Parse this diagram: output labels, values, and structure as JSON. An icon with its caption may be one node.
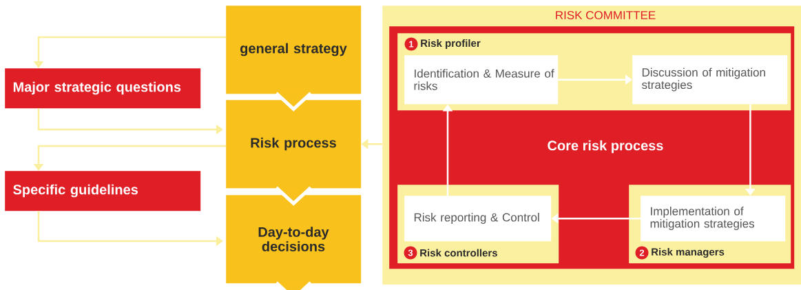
{
  "diagram": {
    "nodes": [
      {
        "text": [
          "general strategy"
        ]
      },
      {
        "text": [
          "Major strategic questions"
        ]
      },
      {
        "text": [
          "Risk process"
        ]
      },
      {
        "text": [
          "Specific guidelines"
        ]
      },
      {
        "text": [
          "Day-to-day decisions"
        ]
      },
      {
        "text": [
          "RISK COMMITTEE"
        ]
      },
      {
        "text": [
          "Core risk process"
        ],
        "in": 5
      },
      {
        "text": [
          "1",
          "Risk profiler"
        ],
        "in": 6
      },
      {
        "text": [
          "Identification & Measure of risks"
        ],
        "in": 7
      },
      {
        "text": [
          "Discussion of mitigation strategies"
        ],
        "in": 7
      },
      {
        "text": [
          "3",
          "Risk controllers"
        ],
        "in": 6
      },
      {
        "text": [
          "Risk reporting & Control"
        ],
        "in": 10
      },
      {
        "text": [
          "2",
          "Risk managers"
        ],
        "in": 6
      },
      {
        "text": [
          "Implementation of mitigation strategies"
        ],
        "in": 12
      }
    ],
    "edges": [
      {
        "from": 0,
        "to": 2,
        "arrow": "to",
        "style": "thick"
      },
      {
        "from": 2,
        "to": 4,
        "arrow": "to",
        "style": "thick"
      },
      {
        "from": 4,
        "to": null,
        "arrow": "to",
        "style": "thick"
      },
      {
        "from": 0,
        "to": 1,
        "arrow": "to",
        "color": "#fbef9e"
      },
      {
        "from": 1,
        "to": 2,
        "arrow": "to",
        "color": "#fbef9e"
      },
      {
        "from": 2,
        "to": 3,
        "arrow": "to",
        "color": "#fbef9e"
      },
      {
        "from": 3,
        "to": 4,
        "arrow": "to",
        "color": "#fbef9e"
      },
      {
        "from": 5,
        "to": 2,
        "arrow": "to",
        "color": "#fbef9e"
      },
      {
        "from": 8,
        "to": 9,
        "arrow": "to",
        "color": "#ffffff"
      },
      {
        "from": 9,
        "to": 13,
        "arrow": "to",
        "color": "#ffffff"
      },
      {
        "from": 13,
        "to": 11,
        "arrow": "to",
        "color": "#ffffff"
      },
      {
        "from": 11,
        "to": 8,
        "arrow": "to",
        "color": "#ffffff"
      }
    ]
  }
}
